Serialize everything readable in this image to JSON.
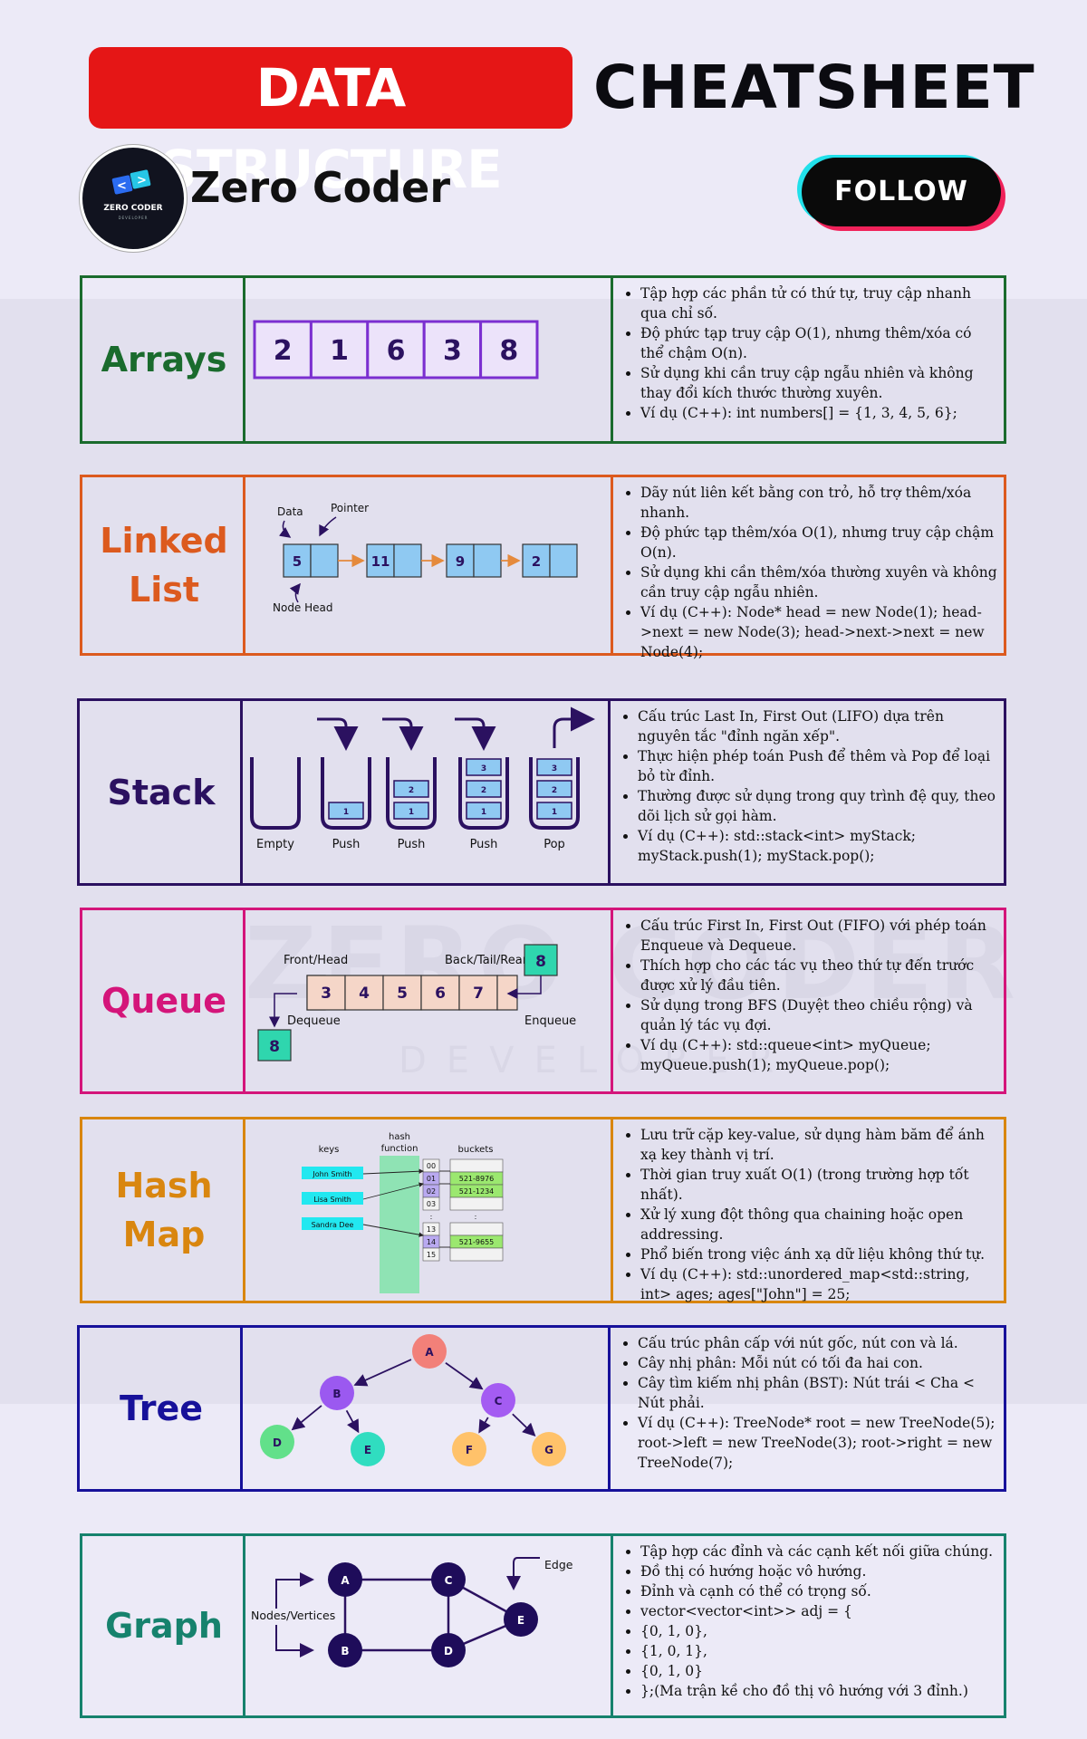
{
  "header": {
    "title_red": "DATA STRUCTURE",
    "title_black": "CHEATSHEET",
    "logo_text": "ZERO CODER",
    "logo_sub": "DEVELOPER",
    "brand": "Zero Coder",
    "follow": "FOLLOW"
  },
  "watermark": {
    "main": "ZERO CODER",
    "sub": "DEVELOPER"
  },
  "colors": {
    "arrays": "#1a6b2d",
    "linked_list": "#dc5a1e",
    "stack": "#2b1160",
    "queue": "#d4157a",
    "hash_map": "#d9860f",
    "tree": "#17119a",
    "graph": "#16826d"
  },
  "arrays": {
    "name": "Arrays",
    "values": [
      "2",
      "1",
      "6",
      "3",
      "8"
    ],
    "bullets": [
      "Tập hợp các phần tử có thứ tự, truy cập nhanh qua chỉ số.",
      "Độ phức tạp truy cập O(1), nhưng thêm/xóa có thể chậm O(n).",
      "Sử dụng khi cần truy cập ngẫu nhiên và không thay đổi kích thước thường xuyên.",
      "Ví dụ (C++): int numbers[] = {1, 3, 4, 5, 6};"
    ]
  },
  "linked_list": {
    "name_line1": "Linked",
    "name_line2": "List",
    "label_data": "Data",
    "label_pointer": "Pointer",
    "label_head": "Node Head",
    "nodes": [
      "5",
      "11",
      "9",
      "2"
    ],
    "bullets": [
      "Dãy nút liên kết bằng con trỏ, hỗ trợ thêm/xóa nhanh.",
      "Độ phức tạp thêm/xóa O(1), nhưng truy cập chậm O(n).",
      "Sử dụng khi cần thêm/xóa thường xuyên và không cần truy cập ngẫu nhiên.",
      "Ví dụ (C++): Node* head = new Node(1); head->next = new Node(3); head->next->next = new Node(4);"
    ]
  },
  "stack": {
    "name": "Stack",
    "labels": [
      "Empty",
      "Push",
      "Push",
      "Push",
      "Pop"
    ],
    "items": [
      "1",
      "2",
      "3"
    ],
    "bullets": [
      "Cấu trúc Last In, First Out (LIFO) dựa trên nguyên tắc \"đỉnh ngăn xếp\".",
      "Thực hiện phép toán Push để thêm và Pop để loại bỏ từ đỉnh.",
      "Thường được sử dụng trong quy trình đệ quy, theo dõi lịch sử gọi hàm.",
      "Ví dụ (C++): std::stack<int> myStack; myStack.push(1); myStack.pop();"
    ]
  },
  "queue": {
    "name": "Queue",
    "label_front": "Front/Head",
    "label_back": "Back/Tail/Rear",
    "label_dequeue": "Dequeue",
    "label_enqueue": "Enqueue",
    "values": [
      "3",
      "4",
      "5",
      "6",
      "7"
    ],
    "enqueued": "8",
    "dequeued": "8",
    "bullets": [
      "Cấu trúc First In, First Out (FIFO) với phép toán Enqueue và Dequeue.",
      "Thích hợp cho các tác vụ theo thứ tự đến trước được xử lý đầu tiên.",
      "Sử dụng trong BFS (Duyệt theo chiều rộng) và quản lý tác vụ đợi.",
      "Ví dụ (C++): std::queue<int> myQueue; myQueue.push(1); myQueue.pop();"
    ]
  },
  "hash_map": {
    "name_line1": "Hash",
    "name_line2": "Map",
    "label_keys": "keys",
    "label_hash1": "hash",
    "label_hash2": "function",
    "label_buckets": "buckets",
    "keys": [
      "John Smith",
      "Lisa Smith",
      "Sandra Dee"
    ],
    "bucket_indices": [
      "00",
      "01",
      "02",
      "03",
      ":",
      "13",
      "14",
      "15"
    ],
    "bucket_values": [
      "",
      "521-8976",
      "521-1234",
      "",
      ":",
      "",
      "521-9655",
      ""
    ],
    "bullets": [
      "Lưu trữ cặp key-value, sử dụng hàm băm để ánh xạ key thành vị trí.",
      "Thời gian truy xuất O(1) (trong trường hợp tốt nhất).",
      "Xử lý xung đột thông qua chaining hoặc open addressing.",
      "Phổ biến trong việc ánh xạ dữ liệu không thứ tự.",
      "Ví dụ (C++): std::unordered_map<std::string, int> ages; ages[\"John\"] = 25;"
    ]
  },
  "tree": {
    "name": "Tree",
    "nodes": [
      "A",
      "B",
      "C",
      "D",
      "E",
      "F",
      "G"
    ],
    "bullets": [
      "Cấu trúc phân cấp với nút gốc, nút con và lá.",
      "Cây nhị phân: Mỗi nút có tối đa hai con.",
      "Cây tìm kiếm nhị phân (BST): Nút trái < Cha < Nút phải.",
      "Ví dụ (C++): TreeNode* root = new TreeNode(5); root->left = new TreeNode(3); root->right = new TreeNode(7);"
    ]
  },
  "graph": {
    "name": "Graph",
    "label_vertices": "Nodes/Vertices",
    "label_edge": "Edge",
    "nodes": [
      "A",
      "B",
      "C",
      "D",
      "E"
    ],
    "bullets": [
      "Tập hợp các đỉnh và các cạnh kết nối giữa chúng.",
      "Đồ thị có hướng hoặc vô hướng.",
      "Đỉnh và cạnh có thể có trọng số.",
      "vector<vector<int>> adj = {",
      " {0, 1, 0},",
      " {1, 0, 1},",
      " {0, 1, 0}",
      "};(Ma trận kề cho đồ thị vô hướng với 3 đỉnh.)"
    ]
  }
}
